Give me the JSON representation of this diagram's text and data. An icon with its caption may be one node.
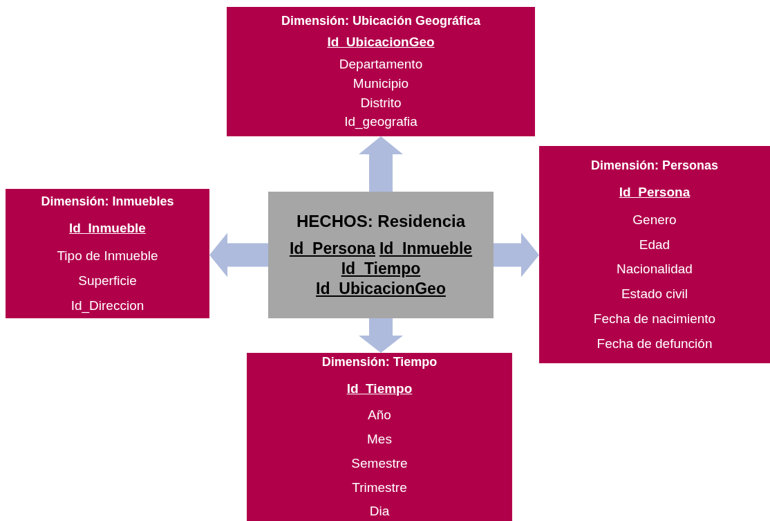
{
  "diagram": {
    "nodes": [
      {
        "text": [
          "Dimensión: Ubicación Geográfica",
          "Id_UbicacionGeo",
          "Departamento",
          "Municipio",
          "Distrito",
          "Id_geografia"
        ]
      },
      {
        "text": [
          "Dimensión: Inmuebles",
          "Id_Inmueble",
          "Tipo de Inmueble",
          "Superficie",
          "Id_Direccion"
        ]
      },
      {
        "text": [
          "HECHOS: Residencia",
          "Id_Persona",
          "Id_Inmueble",
          "Id_Tiempo",
          "Id_UbicacionGeo"
        ]
      },
      {
        "text": [
          "Dimensión: Personas",
          "Id_Persona",
          "Genero",
          "Edad",
          "Nacionalidad",
          "Estado civil",
          "Fecha de nacimiento",
          "Fecha de defunción"
        ]
      },
      {
        "text": [
          "Dimensión: Tiempo",
          "Id_Tiempo",
          "Año",
          "Mes",
          "Semestre",
          "Trimestre",
          "Dia"
        ]
      }
    ],
    "edges": [
      {
        "from": 2,
        "to": 0,
        "arrow": "to"
      },
      {
        "from": 2,
        "to": 1,
        "arrow": "to"
      },
      {
        "from": 2,
        "to": 3,
        "arrow": "to"
      },
      {
        "from": 2,
        "to": 4,
        "arrow": "to"
      }
    ]
  }
}
